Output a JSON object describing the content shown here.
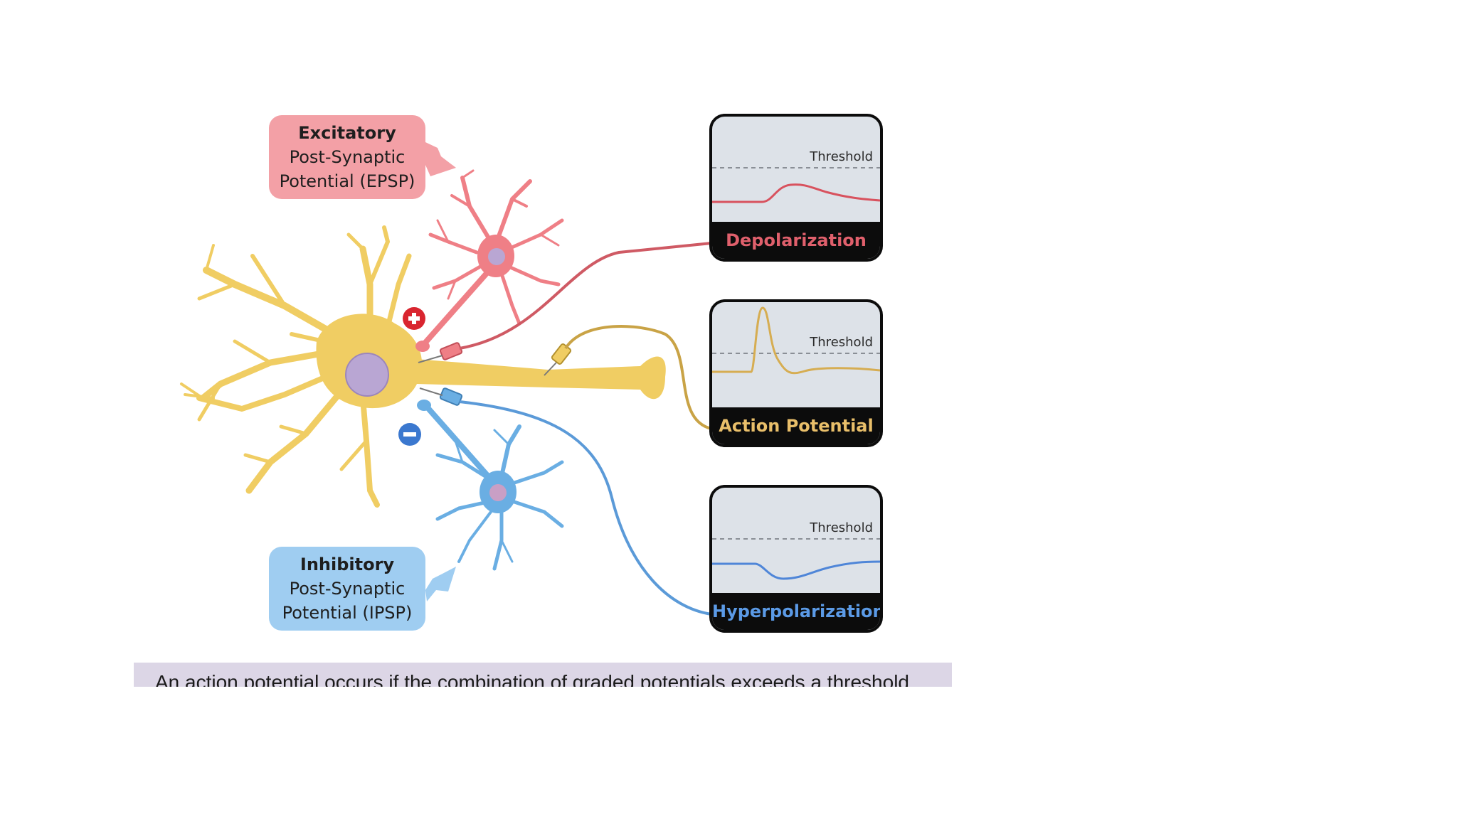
{
  "callouts": {
    "epsp": {
      "title": "Excitatory",
      "line1": "Post-Synaptic",
      "line2": "Potential (EPSP)",
      "color": "#f3a0a6"
    },
    "ipsp": {
      "title": "Inhibitory",
      "line1": "Post-Synaptic",
      "line2": "Potential (IPSP)",
      "color": "#9fcdf1"
    }
  },
  "panels": {
    "depolarization": {
      "threshold_label": "Threshold",
      "label": "Depolarization",
      "color": "#e0606c"
    },
    "action_potential": {
      "threshold_label": "Threshold",
      "label": "Action Potential",
      "color": "#e9bf6a"
    },
    "hyperpolarization": {
      "threshold_label": "Threshold",
      "label": "Hyperpolarization",
      "color": "#5b9ae6"
    }
  },
  "signs": {
    "plus": "+",
    "minus": "−"
  },
  "caption": "An action potential occurs if the combination of graded potentials exceeds a threshold",
  "colors": {
    "main_neuron": "#f0cd63",
    "excitatory_neuron": "#ef7f86",
    "inhibitory_neuron": "#6aaee3",
    "nucleus": "#b9a6d3",
    "panel_bg": "#dde2e8",
    "caption_bg": "#dcd6e6"
  }
}
